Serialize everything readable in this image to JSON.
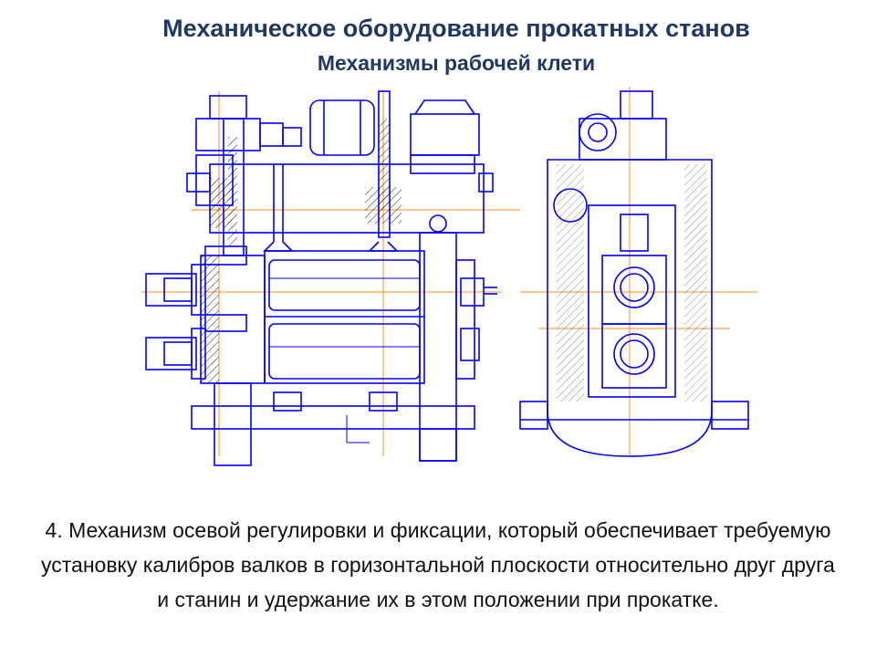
{
  "slide": {
    "title": "Механическое оборудование прокатных станов",
    "subtitle": "Механизмы рабочей клети",
    "body": "4. Механизм осевой регулировки и фиксации, который обеспечивает требуемую установку калибров валков в горизонтальной плоскости относительно друг друга и станин и удержание их в этом положении при прокатке."
  },
  "colors": {
    "title": "#1f3864",
    "drawing_line": "#0000ff",
    "center_line": "#ff8c1a"
  }
}
